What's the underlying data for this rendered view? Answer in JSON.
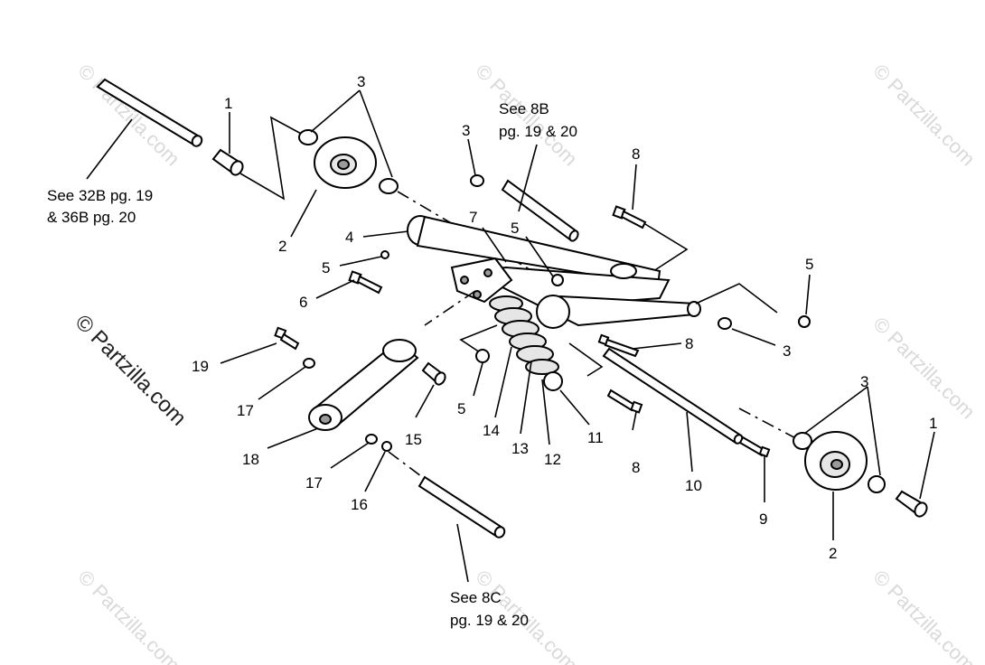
{
  "watermarks": {
    "main": "© Partzilla.com",
    "faint": "© Partzilla.com"
  },
  "references": {
    "top_left": [
      "See 32B pg. 19",
      "& 36B pg. 20"
    ],
    "top_center": [
      "See 8B",
      "pg. 19 &  20"
    ],
    "bottom_center": [
      "See 8C",
      "pg. 19 &  20"
    ]
  },
  "callouts": {
    "c1a": "1",
    "c3a": "3",
    "c2a": "2",
    "c3b": "3",
    "c8a": "8",
    "c4": "4",
    "c7": "7",
    "c5a": "5",
    "c5b": "5",
    "c6": "6",
    "c5c": "5",
    "c3c": "3",
    "c8b": "8",
    "c5d": "5",
    "c19": "19",
    "c17a": "17",
    "c15": "15",
    "c14": "14",
    "c13": "13",
    "c12": "12",
    "c11": "11",
    "c8c": "8",
    "c18": "18",
    "c17b": "17",
    "c16": "16",
    "c10": "10",
    "c9": "9",
    "c3d": "3",
    "c1b": "1",
    "c2b": "2"
  }
}
